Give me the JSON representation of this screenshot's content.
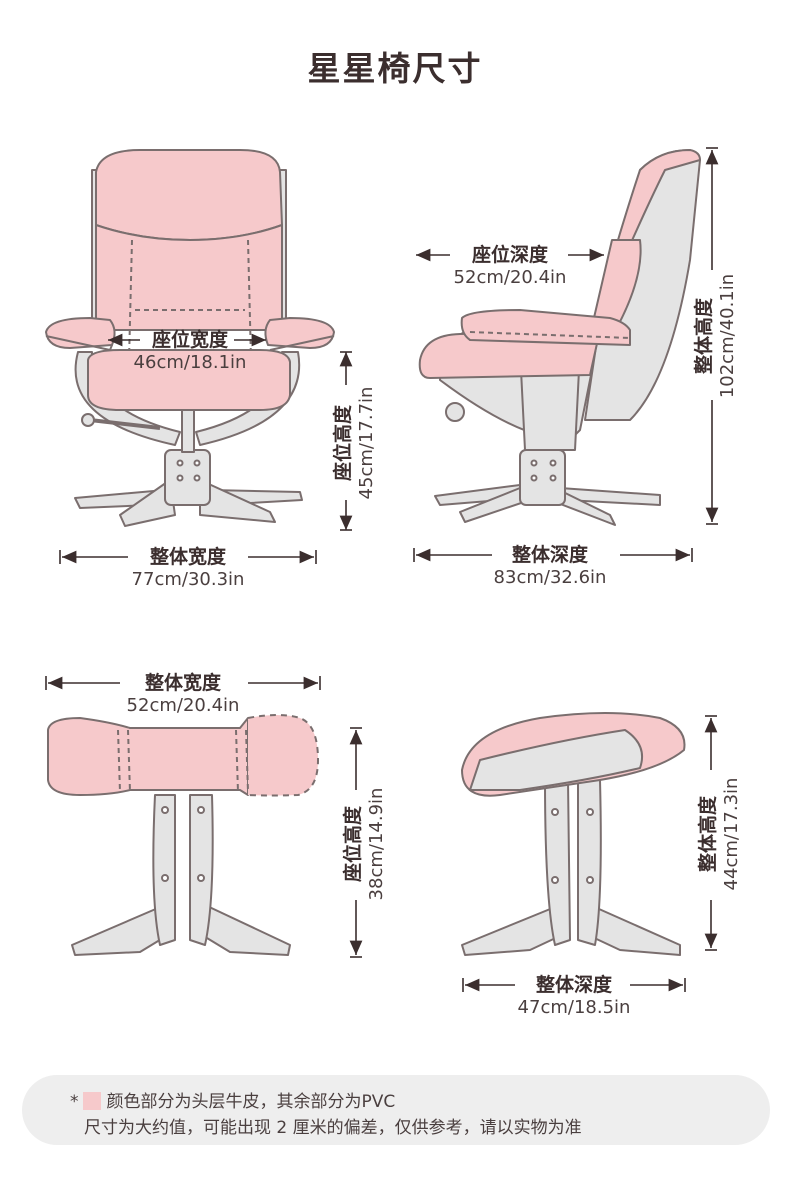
{
  "title": "星星椅尺寸",
  "chair_front": {
    "seat_width": {
      "name": "座位宽度",
      "value": "46cm/18.1in"
    },
    "overall_width": {
      "name": "整体宽度",
      "value": "77cm/30.3in"
    },
    "seat_height": {
      "name": "座位高度",
      "value": "45cm/17.7in"
    }
  },
  "chair_side": {
    "seat_depth": {
      "name": "座位深度",
      "value": "52cm/20.4in"
    },
    "overall_depth": {
      "name": "整体深度",
      "value": "83cm/32.6in"
    },
    "overall_height": {
      "name": "整体高度",
      "value": "102cm/40.1in"
    }
  },
  "ottoman_front": {
    "overall_width": {
      "name": "整体宽度",
      "value": "52cm/20.4in"
    },
    "seat_height": {
      "name": "座位高度",
      "value": "38cm/14.9in"
    }
  },
  "ottoman_side": {
    "overall_depth": {
      "name": "整体深度",
      "value": "47cm/18.5in"
    },
    "overall_height": {
      "name": "整体高度",
      "value": "44cm/17.3in"
    }
  },
  "note": {
    "asterisk": "*",
    "line1": "颜色部分为头层牛皮，其余部分为PVC",
    "line2": "尺寸为大约值，可能出现 2 厘米的偏差，仅供参考，请以实物为准"
  },
  "colors": {
    "leather": "#f6c9cb",
    "pvc": "#e4e4e4",
    "outline": "#7a6e6e",
    "text": "#3b2e2e"
  }
}
